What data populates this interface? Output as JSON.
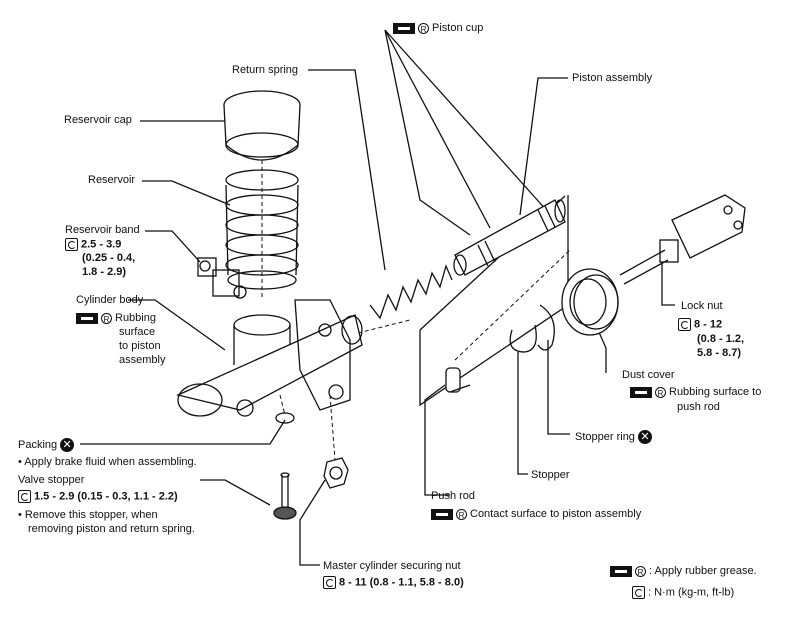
{
  "labels": {
    "piston_cup": "Piston cup",
    "return_spring": "Return spring",
    "piston_assembly": "Piston assembly",
    "reservoir_cap": "Reservoir cap",
    "reservoir": "Reservoir",
    "reservoir_band": "Reservoir band",
    "reservoir_band_torque_1": "2.5 - 3.9",
    "reservoir_band_torque_2": "(0.25 - 0.4,",
    "reservoir_band_torque_3": "1.8 - 2.9)",
    "cylinder_body": "Cylinder body",
    "cylinder_body_note_1": "Rubbing",
    "cylinder_body_note_2": "surface",
    "cylinder_body_note_3": "to piston",
    "cylinder_body_note_4": "assembly",
    "lock_nut": "Lock nut",
    "lock_nut_torque_1": "8 - 12",
    "lock_nut_torque_2": "(0.8 - 1.2,",
    "lock_nut_torque_3": "5.8 - 8.7)",
    "dust_cover": "Dust cover",
    "dust_cover_note_1": "Rubbing surface to",
    "dust_cover_note_2": "push rod",
    "packing": "Packing",
    "packing_note": "• Apply brake fluid when assembling.",
    "stopper_ring": "Stopper ring",
    "stopper": "Stopper",
    "valve_stopper": "Valve stopper",
    "valve_stopper_torque": "1.5 - 2.9 (0.15 - 0.3, 1.1 - 2.2)",
    "valve_stopper_note_1": "• Remove this stopper, when",
    "valve_stopper_note_2": "removing piston and return spring.",
    "push_rod": "Push rod",
    "push_rod_note": "Contact surface to piston assembly",
    "securing_nut": "Master cylinder securing nut",
    "securing_nut_torque": "8 - 11 (0.8 - 1.1, 5.8 - 8.0)",
    "legend_grease": ":  Apply rubber grease.",
    "legend_torque": ":  N·m (kg-m, ft-lb)",
    "r_symbol": "R",
    "x_symbol": "✕"
  }
}
